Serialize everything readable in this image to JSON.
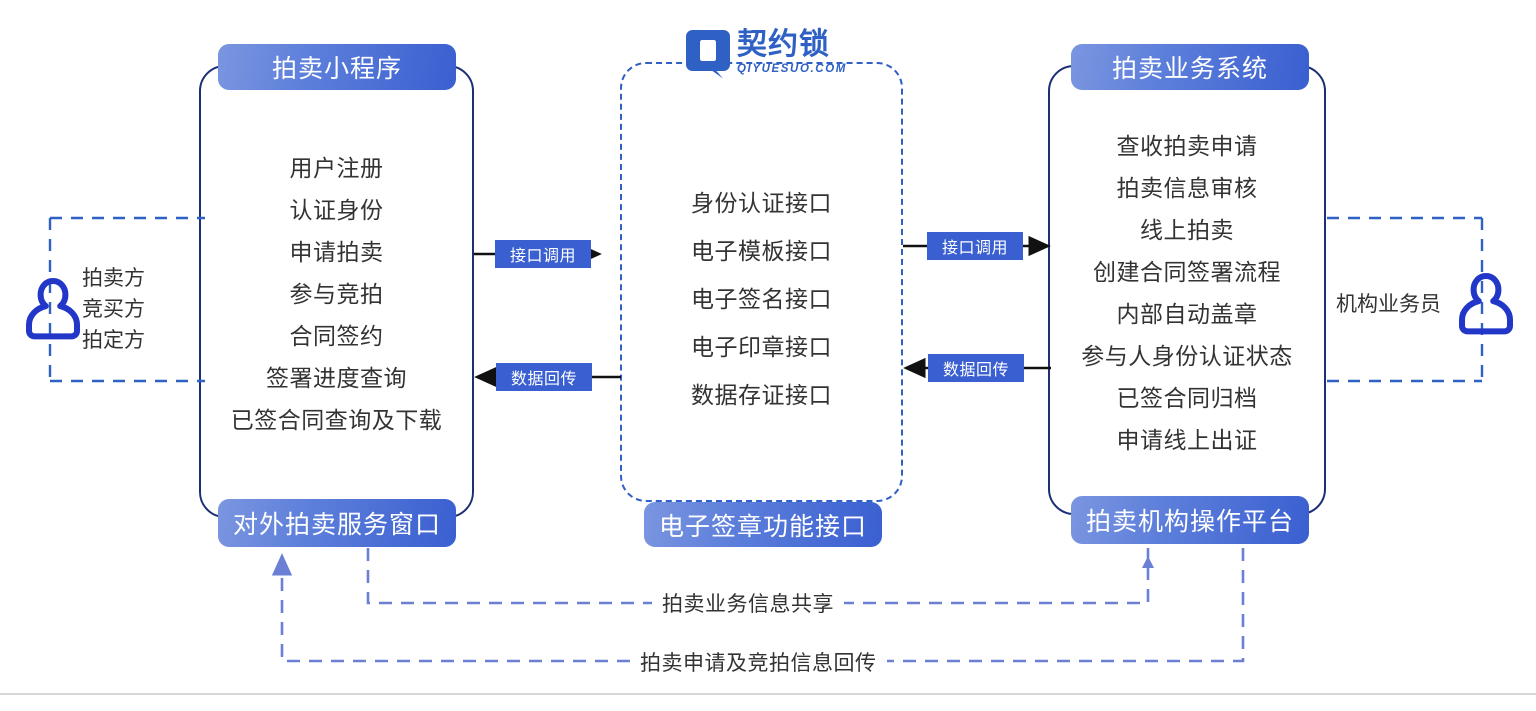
{
  "logo": {
    "name": "契约锁",
    "domain": "QIYUESUO.COM",
    "mark": "qiyuesuo-logo-icon",
    "color": "#2f60c4"
  },
  "colors": {
    "panel_border_solid": "#1c2f74",
    "panel_border_dashed": "#2f60c4",
    "badge_gradient_from": "#7b96e0",
    "badge_gradient_to": "#3a5fd0",
    "flow_label_bg": "#3a5fd0",
    "dashed_link": "#6b80d4",
    "arrow_line": "#111111",
    "text": "#333333"
  },
  "panels": {
    "left": {
      "title": "拍卖小程序",
      "footer": "对外拍卖服务窗口",
      "items": [
        "用户注册",
        "认证身份",
        "申请拍卖",
        "参与竞拍",
        "合同签约",
        "签署进度查询",
        "已签合同查询及下载"
      ]
    },
    "middle": {
      "title": "",
      "footer": "电子签章功能接口",
      "items": [
        "身份认证接口",
        "电子模板接口",
        "电子签名接口",
        "电子印章接口",
        "数据存证接口"
      ]
    },
    "right": {
      "title": "拍卖业务系统",
      "footer": "拍卖机构操作平台",
      "items": [
        "查收拍卖申请",
        "拍卖信息审核",
        "线上拍卖",
        "创建合同签署流程",
        "内部自动盖章",
        "参与人身份认证状态",
        "已签合同归档",
        "申请线上出证"
      ]
    }
  },
  "actors": {
    "left": {
      "icon": "user-icon",
      "lines": [
        "拍卖方",
        "竞买方",
        "拍定方"
      ]
    },
    "right": {
      "icon": "user-icon",
      "label": "机构业务员"
    }
  },
  "flows": {
    "left_to_middle_call": "接口调用",
    "middle_to_left_return": "数据回传",
    "middle_to_right_call": "接口调用",
    "right_to_middle_return": "数据回传"
  },
  "bottom_links": {
    "share": "拍卖业务信息共享",
    "feedback": "拍卖申请及竞拍信息回传"
  }
}
